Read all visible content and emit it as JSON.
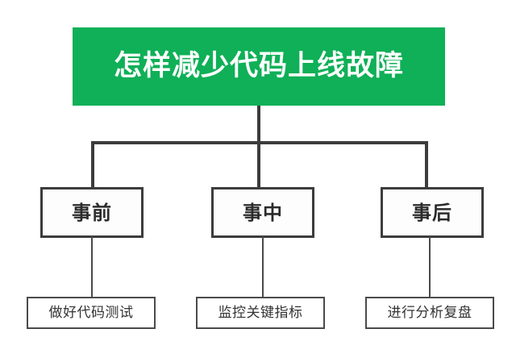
{
  "diagram": {
    "type": "org-tree",
    "root": {
      "label": "怎样减少代码上线故障",
      "fill_color": "#0fb057",
      "text_color": "#ffffff"
    },
    "level2": [
      {
        "label": "事前"
      },
      {
        "label": "事中"
      },
      {
        "label": "事后"
      }
    ],
    "level3": [
      {
        "label": "做好代码测试"
      },
      {
        "label": "监控关键指标"
      },
      {
        "label": "进行分析复盘"
      }
    ],
    "colors": {
      "background": "#ffffff",
      "accent_green": "#0fb057",
      "border_dark": "#3c3c3c",
      "border_light": "#4a4a4a",
      "text_dark": "#2b2b2b"
    }
  }
}
